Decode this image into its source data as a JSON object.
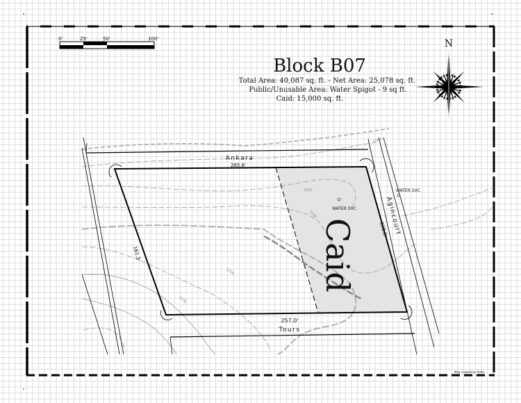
{
  "title": "Block B07",
  "summary": {
    "line1": "Total Area: 40,087 sq. ft. - Net Area: 25,078 sq. ft.",
    "line2": "Public/Unusable Area: Water Spigot - 9 sq ft.",
    "line3": "Caid: 15,000 sq. ft."
  },
  "scale_bar": {
    "labels": [
      "0'",
      "25'",
      "50'",
      "100'"
    ]
  },
  "compass": {
    "north_label": "N"
  },
  "streets": {
    "north": "Ankara",
    "south": "Tours",
    "east": "Agincourt"
  },
  "dimensions": {
    "north": "265.6'",
    "south": "257.0'",
    "west": "161.3'",
    "east": "158.6'"
  },
  "caid_label": "Caid",
  "utilities": [
    "WATER SVC",
    "WATER SVC"
  ],
  "contours": [
    "1244",
    "1242",
    "1240",
    "1238",
    "1236"
  ],
  "credit": "Map created by Aiden",
  "colors": {
    "caid_fill": "#e4e4e4",
    "grid": "#dcdcdc",
    "contour": "#9a9a9a"
  }
}
